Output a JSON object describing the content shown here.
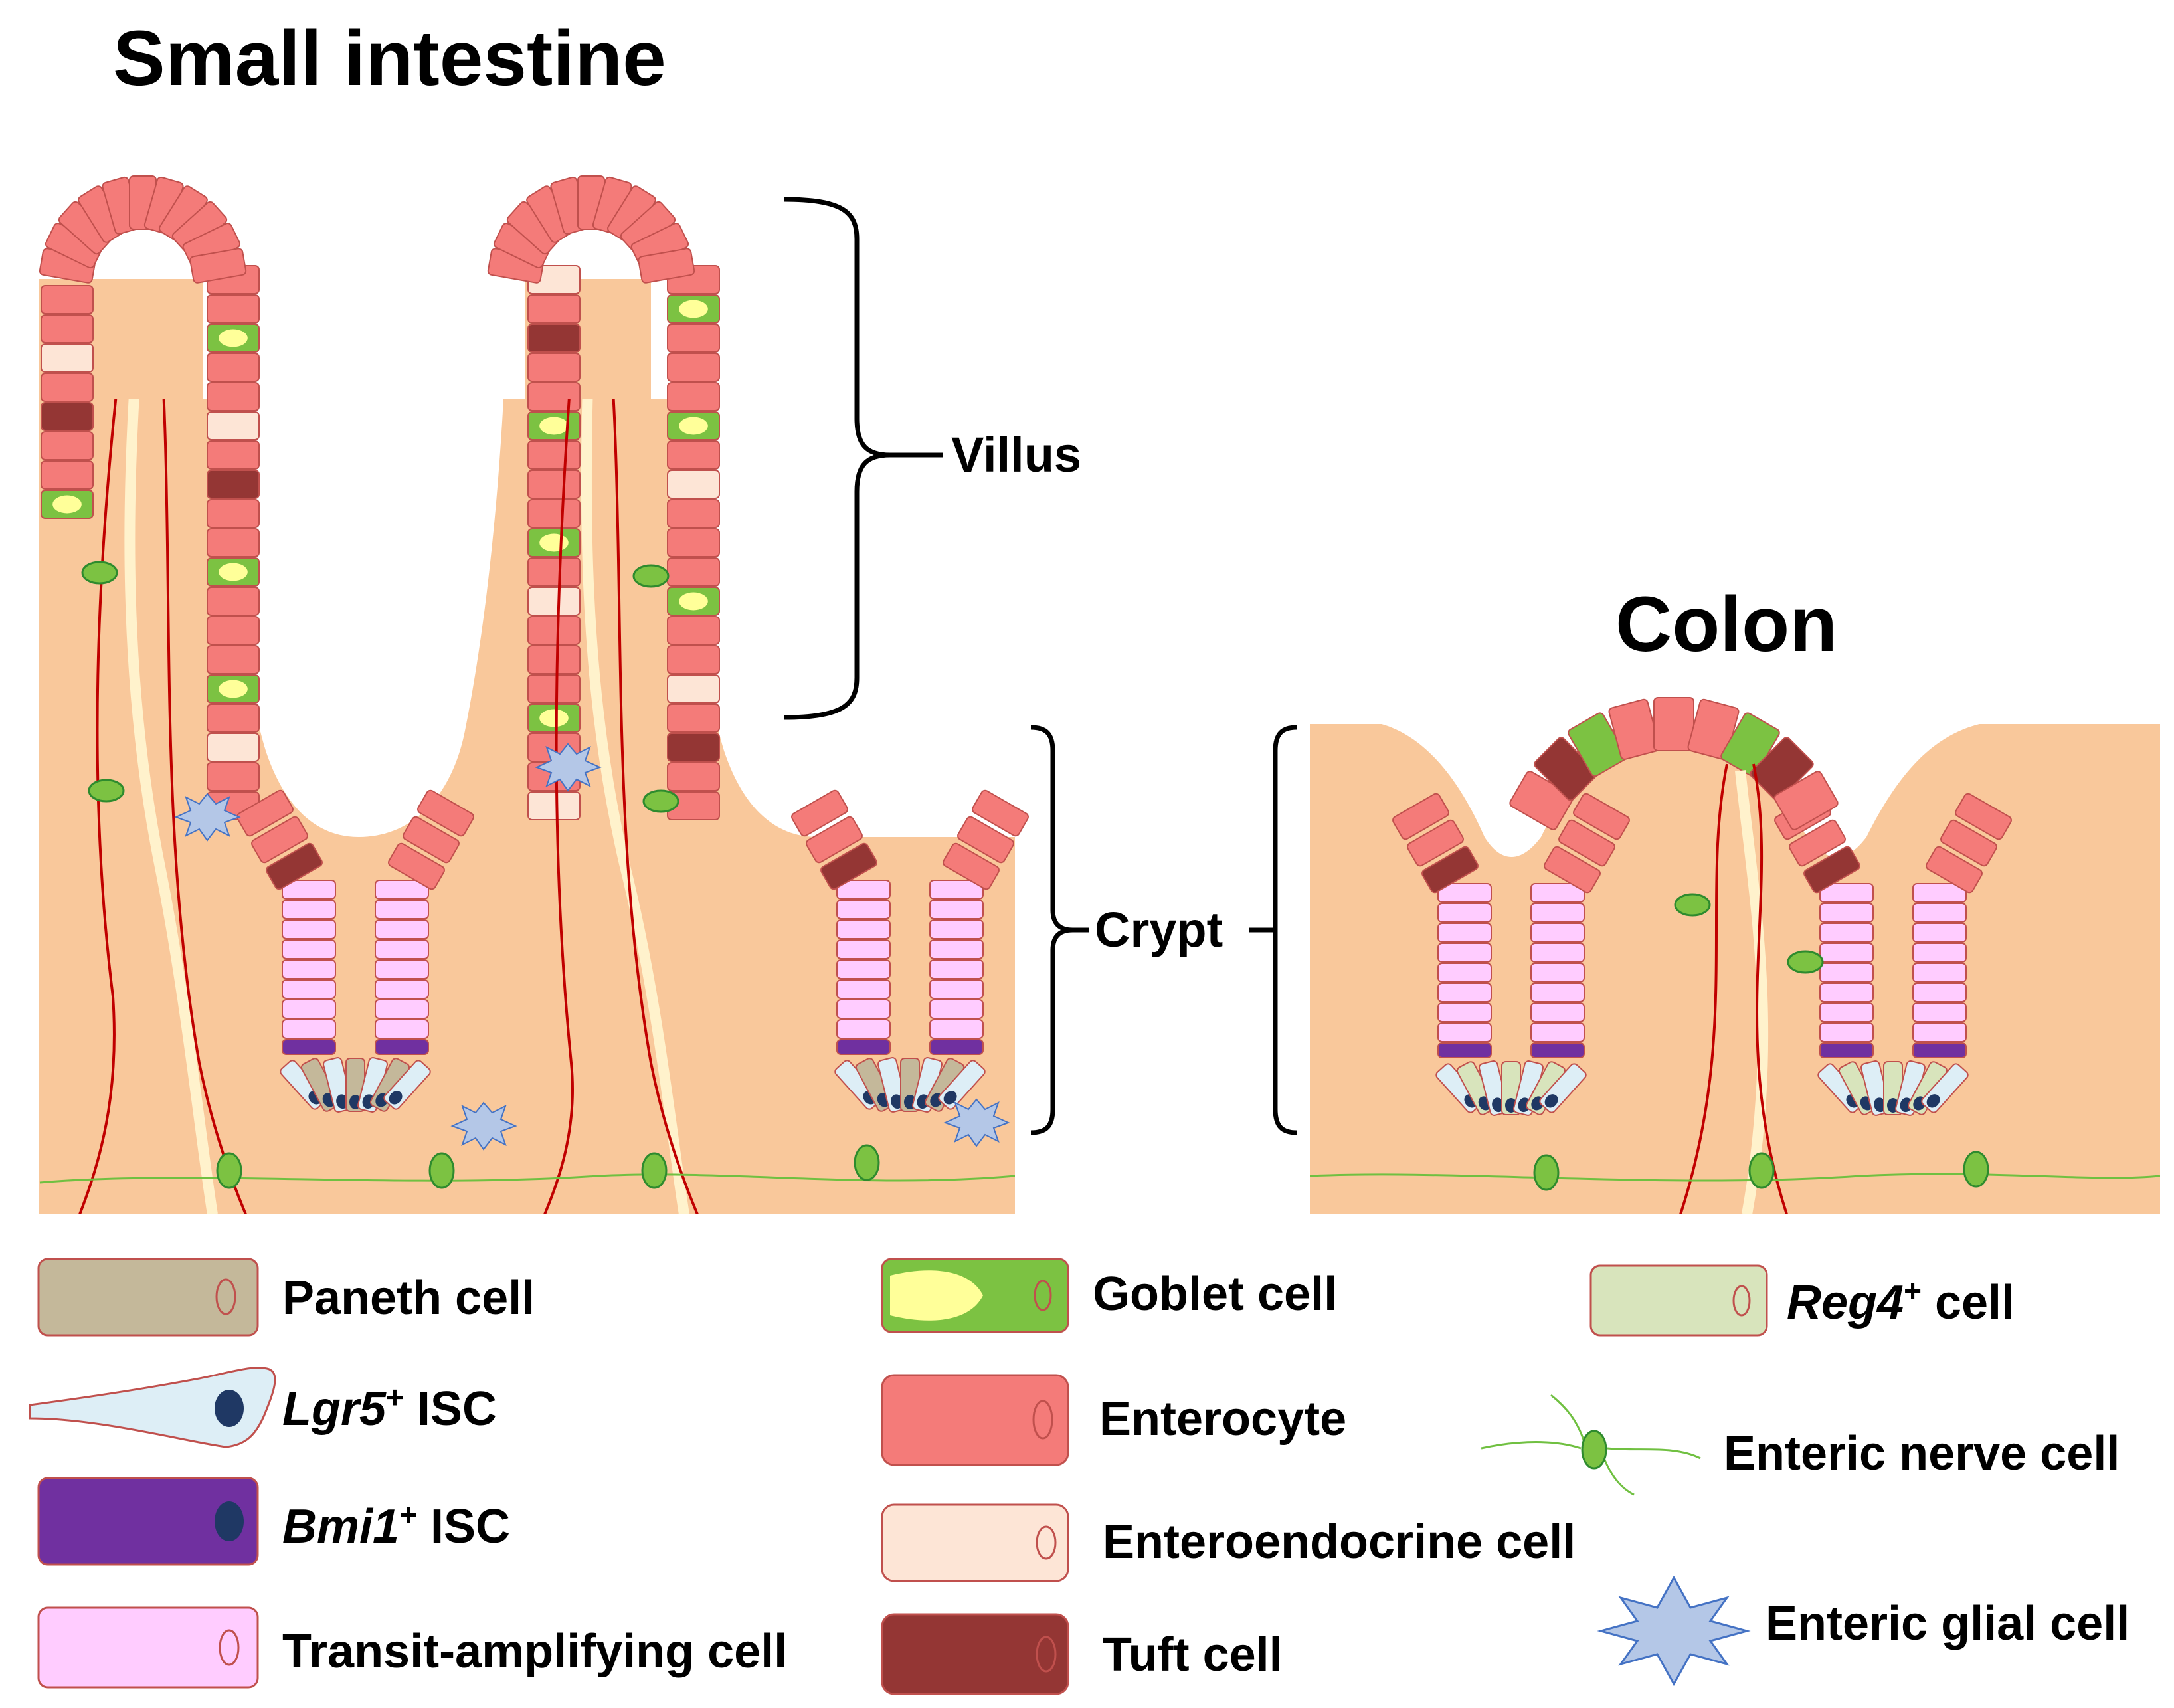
{
  "titles": {
    "small_intestine": "Small intestine",
    "colon": "Colon"
  },
  "brackets": {
    "villus": "Villus",
    "crypt": "Crypt"
  },
  "legend": {
    "paneth": "Paneth cell",
    "lgr5_gene": "Lgr5",
    "lgr5_sup": "+",
    "lgr5_rest": " ISC",
    "bmi1_gene": "Bmi1",
    "bmi1_sup": "+",
    "bmi1_rest": " ISC",
    "transit": "Transit-amplifying cell",
    "goblet": "Goblet cell",
    "enterocyte": "Enterocyte",
    "enteroendocrine": "Enteroendocrine cell",
    "tuft": "Tuft cell",
    "reg4_gene": "Reg4",
    "reg4_sup": "+",
    "reg4_rest": " cell",
    "nerve": "Enteric nerve cell",
    "glial": "Enteric glial cell"
  },
  "colors": {
    "tissue": "#F9C89B",
    "enterocyte": "#F47B79",
    "enterocyte_border": "#C0504D",
    "goblet": "#7CC242",
    "goblet_mucus": "#FFFF99",
    "enteroendocrine": "#FDE5D6",
    "tuft": "#943634",
    "paneth": "#C4B89A",
    "lgr5": "#DDEEF6",
    "lgr5_nucleus": "#1F3864",
    "bmi1": "#7030A0",
    "transit": "#FFCCFF",
    "reg4": "#D8E4BC",
    "nerve": "#70C041",
    "glial": "#B4C7E7",
    "vessel": "#C00000",
    "lacteal": "#FFF2CC"
  }
}
